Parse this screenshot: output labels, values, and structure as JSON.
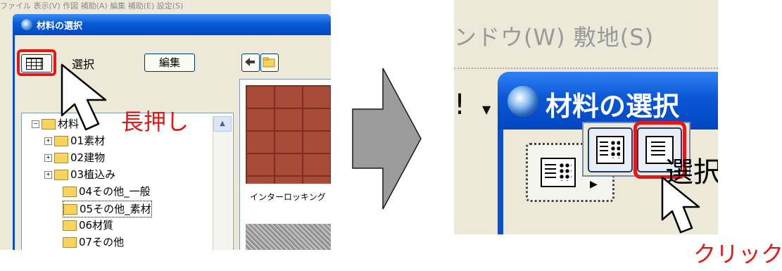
{
  "left_panel": {
    "top_menu": "ファイル 表示(V) 作図 補助(A) 編集 補助(E) 設定(S)",
    "window_title": "材料の選択",
    "select_label": "選択",
    "edit_button": "編集",
    "tree": {
      "items": [
        {
          "label": "材料",
          "indent": 0,
          "expand": "−"
        },
        {
          "label": "01素材",
          "indent": 1,
          "expand": "+"
        },
        {
          "label": "02建物",
          "indent": 1,
          "expand": "+"
        },
        {
          "label": "03植込み",
          "indent": 1,
          "expand": "+"
        },
        {
          "label": "04その他_一般",
          "indent": 2,
          "expand": ""
        },
        {
          "label": "05その他_素材",
          "indent": 2,
          "expand": ""
        },
        {
          "label": "06材質",
          "indent": 2,
          "expand": ""
        },
        {
          "label": "07その他",
          "indent": 2,
          "expand": ""
        }
      ]
    },
    "preview_caption": "インターロッキング"
  },
  "annotations": {
    "long_press": "長押し",
    "click": "クリック"
  },
  "right_panel": {
    "top_menu": "ンドウ(W)  敷地(S)",
    "window_title": "材料の選択",
    "select_label": "選択",
    "exclamation": "!"
  },
  "colors": {
    "accent_red": "#e31818",
    "xp_title_blue": "#0a5bd6",
    "arrow_gray": "#9b9b9b",
    "window_bg": "#ece9d8"
  }
}
